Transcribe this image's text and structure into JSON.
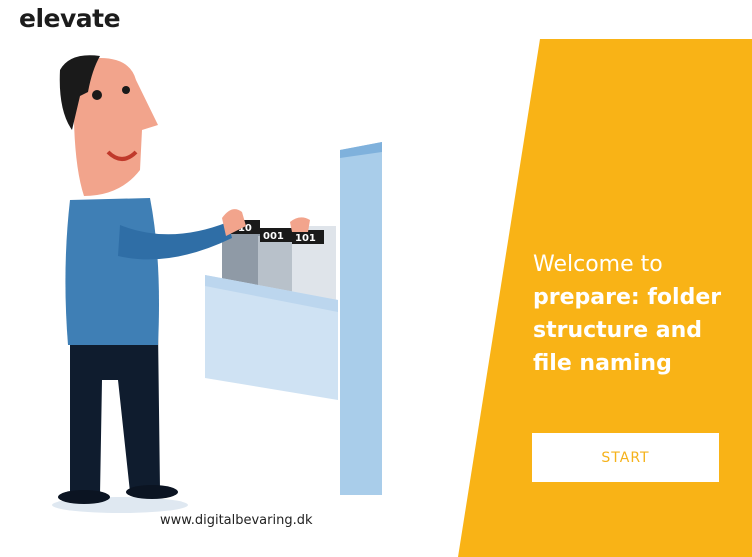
{
  "brand": {
    "logo_text": "elevate"
  },
  "illustration": {
    "url_text": "www.digitalbevaring.dk",
    "folder_tabs": [
      "010",
      "001",
      "101"
    ],
    "icon": "person-filing-folders-illustration"
  },
  "welcome": {
    "line1": "Welcome to",
    "line2": "prepare: folder structure and file naming"
  },
  "start_button": {
    "label": "START"
  },
  "colors": {
    "panel": "#f9b316",
    "button_text": "#f5b21b",
    "shirt": "#3f7fb5",
    "skin": "#f2a48c",
    "pants": "#0f1c2e"
  }
}
